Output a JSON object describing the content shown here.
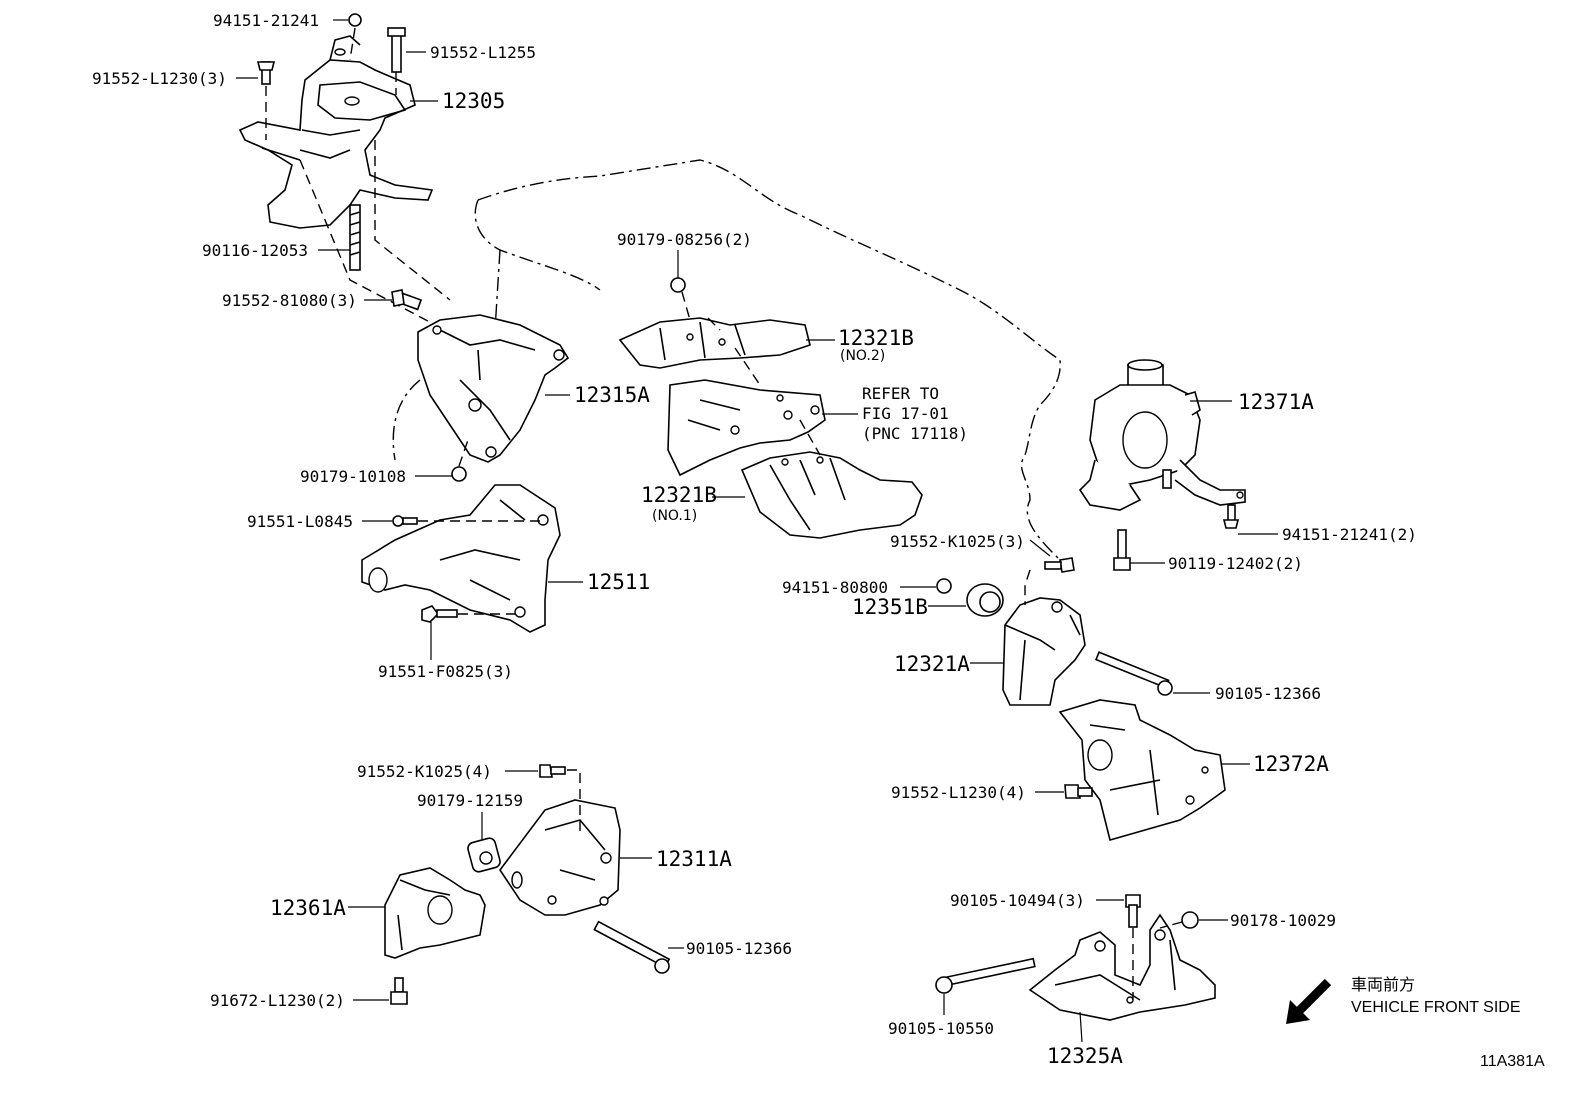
{
  "diagram": {
    "parts": {
      "p94151_21241": "94151-21241",
      "p91552_L1255": "91552-L1255",
      "p91552_L1230_3": "91552-L1230(3)",
      "p12305": "12305",
      "p90116_12053": "90116-12053",
      "p91552_81080_3": "91552-81080(3)",
      "p12315A": "12315A",
      "p90179_10108": "90179-10108",
      "p91551_L0845": "91551-L0845",
      "p12511": "12511",
      "p91551_F0825_3": "91551-F0825(3)",
      "p90179_08256_2": "90179-08256(2)",
      "p12321B_top": "12321B",
      "p12321B_top_sub": "(NO.2)",
      "p12321B_bot": "12321B",
      "p12321B_bot_sub": "(NO.1)",
      "refer_line1": "REFER TO",
      "refer_line2": "FIG 17-01",
      "refer_line3": "(PNC 17118)",
      "p12371A": "12371A",
      "p94151_21241_2": "94151-21241(2)",
      "p90119_12402_2": "90119-12402(2)",
      "p91552_K1025_3": "91552-K1025(3)",
      "p94151_80800": "94151-80800",
      "p12351B": "12351B",
      "p12321A": "12321A",
      "p90105_12366_right": "90105-12366",
      "p12372A": "12372A",
      "p91552_L1230_4": "91552-L1230(4)",
      "p91552_K1025_4": "91552-K1025(4)",
      "p90179_12159": "90179-12159",
      "p12311A": "12311A",
      "p12361A": "12361A",
      "p90105_12366_left": "90105-12366",
      "p91672_L1230_2": "91672-L1230(2)",
      "p90105_10494_3": "90105-10494(3)",
      "p90178_10029": "90178-10029",
      "p90105_10550": "90105-10550",
      "p12325A": "12325A"
    },
    "direction": {
      "jp": "車両前方",
      "en": "VEHICLE FRONT SIDE"
    },
    "figure_code": "11A381A"
  }
}
